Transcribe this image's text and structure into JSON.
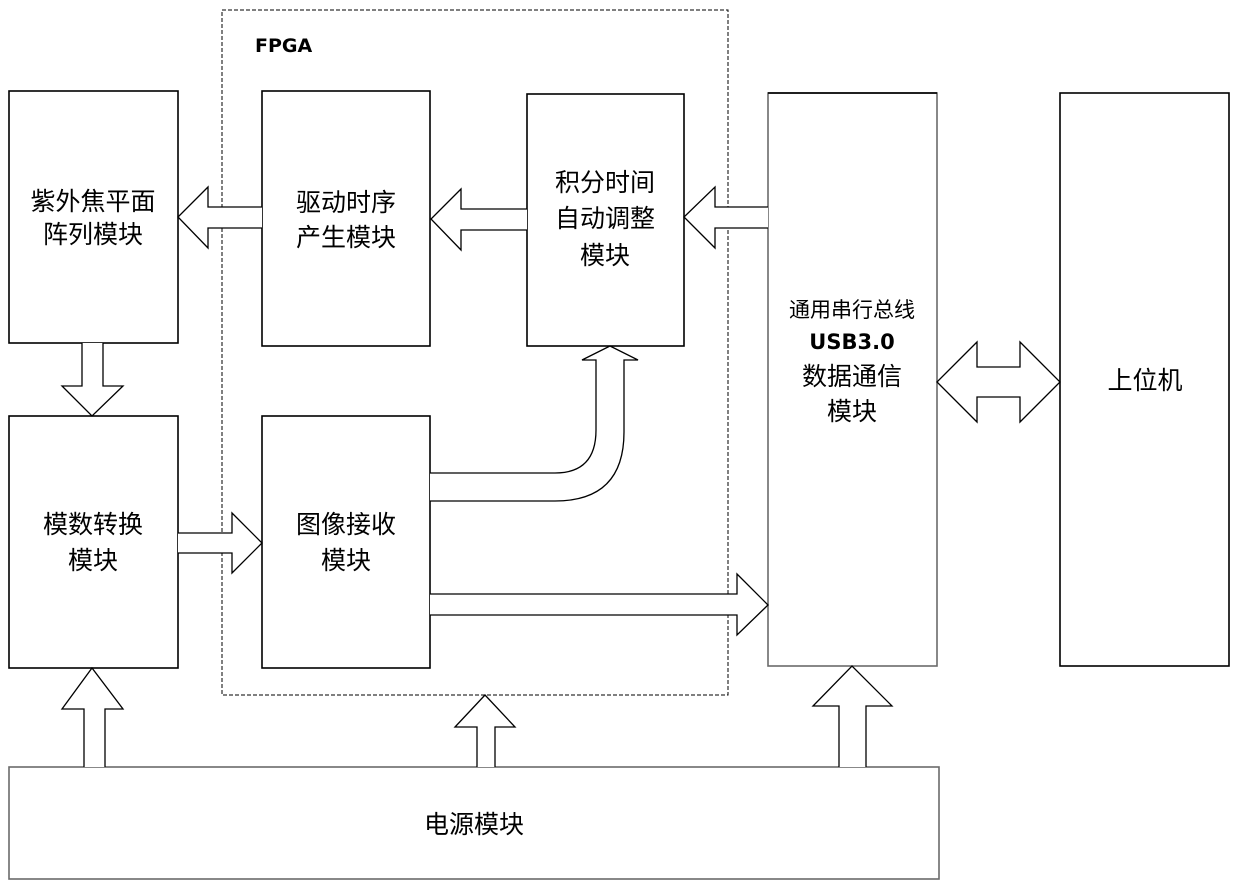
{
  "diagram": {
    "fpga_group": {
      "label": "FPGA"
    },
    "blocks": {
      "uv_fpa": {
        "lines": [
          "紫外焦平面",
          "阵列模块"
        ]
      },
      "adc": {
        "lines": [
          "模数转换",
          "模块"
        ]
      },
      "drive_timing": {
        "lines": [
          "驱动时序",
          "产生模块"
        ]
      },
      "integration_time": {
        "lines": [
          "积分时间",
          "自动调整",
          "模块"
        ]
      },
      "image_receive": {
        "lines": [
          "图像接收",
          "模块"
        ]
      },
      "usb_comm": {
        "lines": [
          "通用串行总线",
          "USB3.0",
          "数据通信",
          "模块"
        ]
      },
      "host": {
        "lines": [
          "上位机"
        ]
      },
      "power": {
        "lines": [
          "电源模块"
        ]
      }
    },
    "connections": [
      {
        "from": "usb_comm",
        "to": "integration_time",
        "type": "arrow"
      },
      {
        "from": "integration_time",
        "to": "drive_timing",
        "type": "arrow"
      },
      {
        "from": "drive_timing",
        "to": "uv_fpa",
        "type": "arrow"
      },
      {
        "from": "uv_fpa",
        "to": "adc",
        "type": "arrow"
      },
      {
        "from": "adc",
        "to": "image_receive",
        "type": "arrow"
      },
      {
        "from": "image_receive",
        "to": "integration_time",
        "type": "curved-arrow"
      },
      {
        "from": "image_receive",
        "to": "usb_comm",
        "type": "arrow"
      },
      {
        "from": "usb_comm",
        "to": "host",
        "type": "bidirectional-arrow"
      },
      {
        "from": "power",
        "to": "adc",
        "type": "arrow"
      },
      {
        "from": "power",
        "to": "fpga_group",
        "type": "arrow"
      },
      {
        "from": "power",
        "to": "usb_comm",
        "type": "arrow"
      }
    ]
  }
}
